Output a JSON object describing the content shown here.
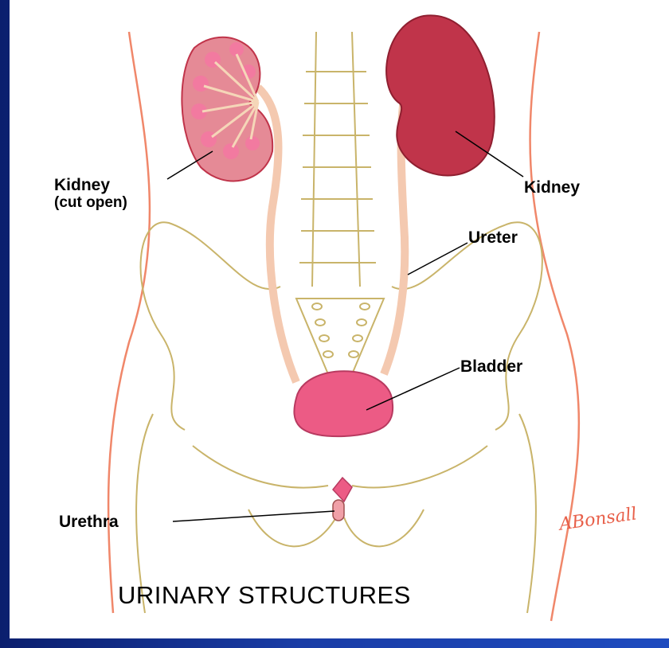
{
  "diagram": {
    "title": "URINARY STRUCTURES",
    "signature": "ABonsall",
    "labels": {
      "kidney_cut_line1": "Kidney",
      "kidney_cut_line2": "(cut open)",
      "kidney_right": "Kidney",
      "ureter": "Ureter",
      "bladder": "Bladder",
      "urethra": "Urethra"
    },
    "colors": {
      "body_outline": "#f0876a",
      "bone_outline": "#c9b46a",
      "kidney": "#c0344a",
      "kidney_cut": "#e07a88",
      "ureter": "#f4c9b0",
      "bladder": "#ec5b85",
      "background": "#1e4bbf"
    }
  }
}
